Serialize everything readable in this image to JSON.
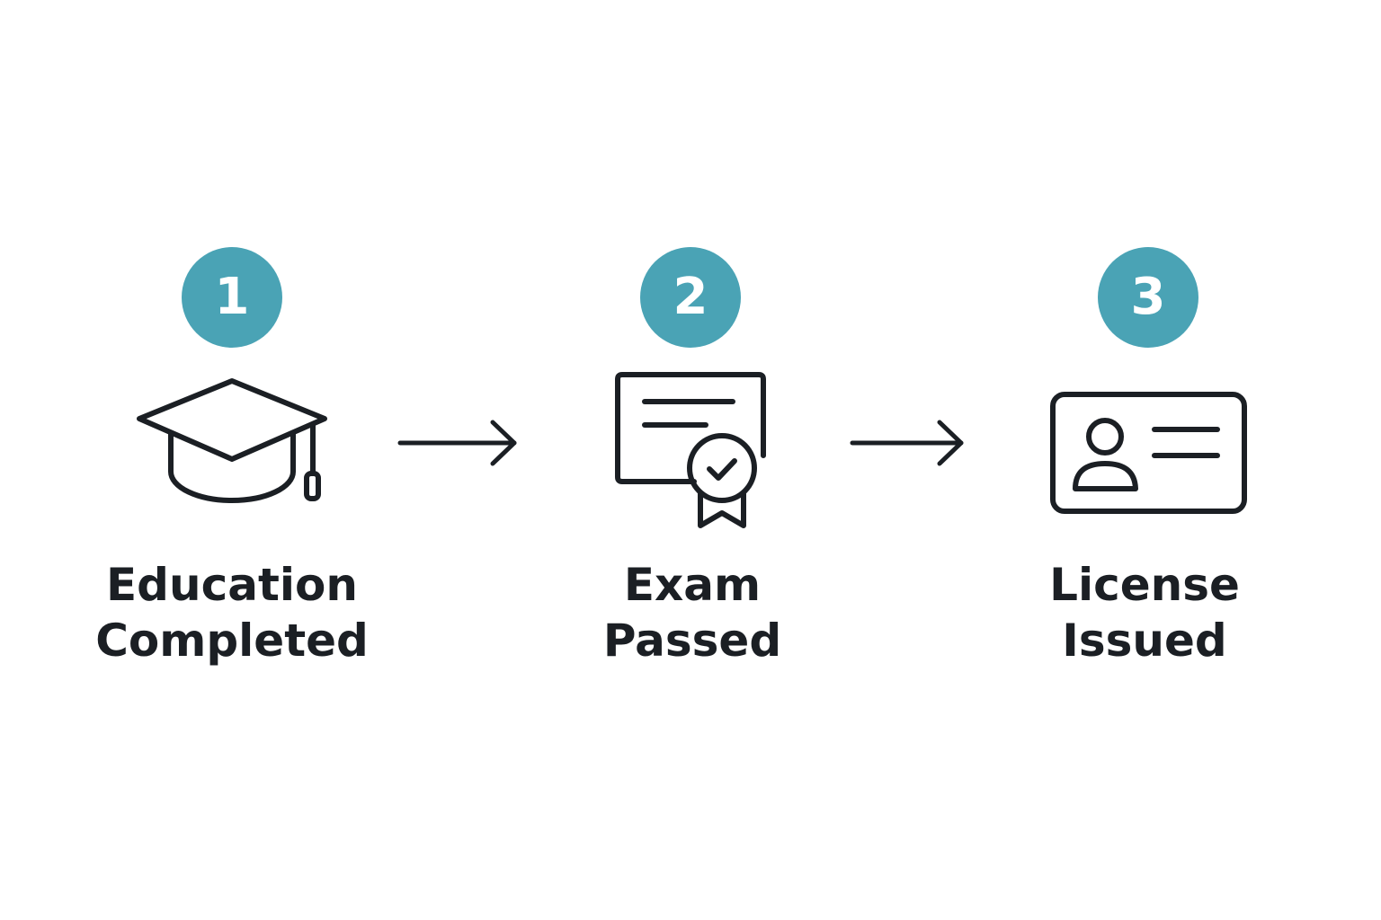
{
  "accent_color": "#4aa3b5",
  "text_color": "#1b1f24",
  "steps": [
    {
      "number": "1",
      "icon": "graduation-cap-icon",
      "label_line1": "Education",
      "label_line2": "Completed"
    },
    {
      "number": "2",
      "icon": "certificate-icon",
      "label_line1": "Exam",
      "label_line2": "Passed"
    },
    {
      "number": "3",
      "icon": "id-card-icon",
      "label_line1": "License",
      "label_line2": "Issued"
    }
  ]
}
